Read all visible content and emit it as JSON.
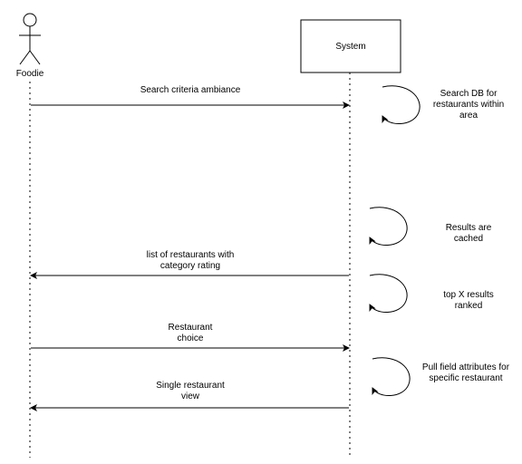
{
  "actors": {
    "foodie": {
      "label": "Foodie"
    },
    "system": {
      "label": "System"
    }
  },
  "messages": [
    {
      "direction": "to-system",
      "lines": [
        "Search criteria ambiance"
      ]
    },
    {
      "direction": "to-foodie",
      "lines": [
        "list of restaurants with",
        "category rating"
      ]
    },
    {
      "direction": "to-system",
      "lines": [
        "Restaurant",
        "choice"
      ]
    },
    {
      "direction": "to-foodie",
      "lines": [
        "Single restaurant",
        "view"
      ]
    }
  ],
  "self_notes": [
    {
      "lines": [
        "Search DB for",
        "restaurants within",
        "area"
      ]
    },
    {
      "lines": [
        "Results are",
        "cached"
      ]
    },
    {
      "lines": [
        "top X results",
        "ranked"
      ]
    },
    {
      "lines": [
        "Pull field attributes for",
        "specific restaurant"
      ]
    }
  ]
}
